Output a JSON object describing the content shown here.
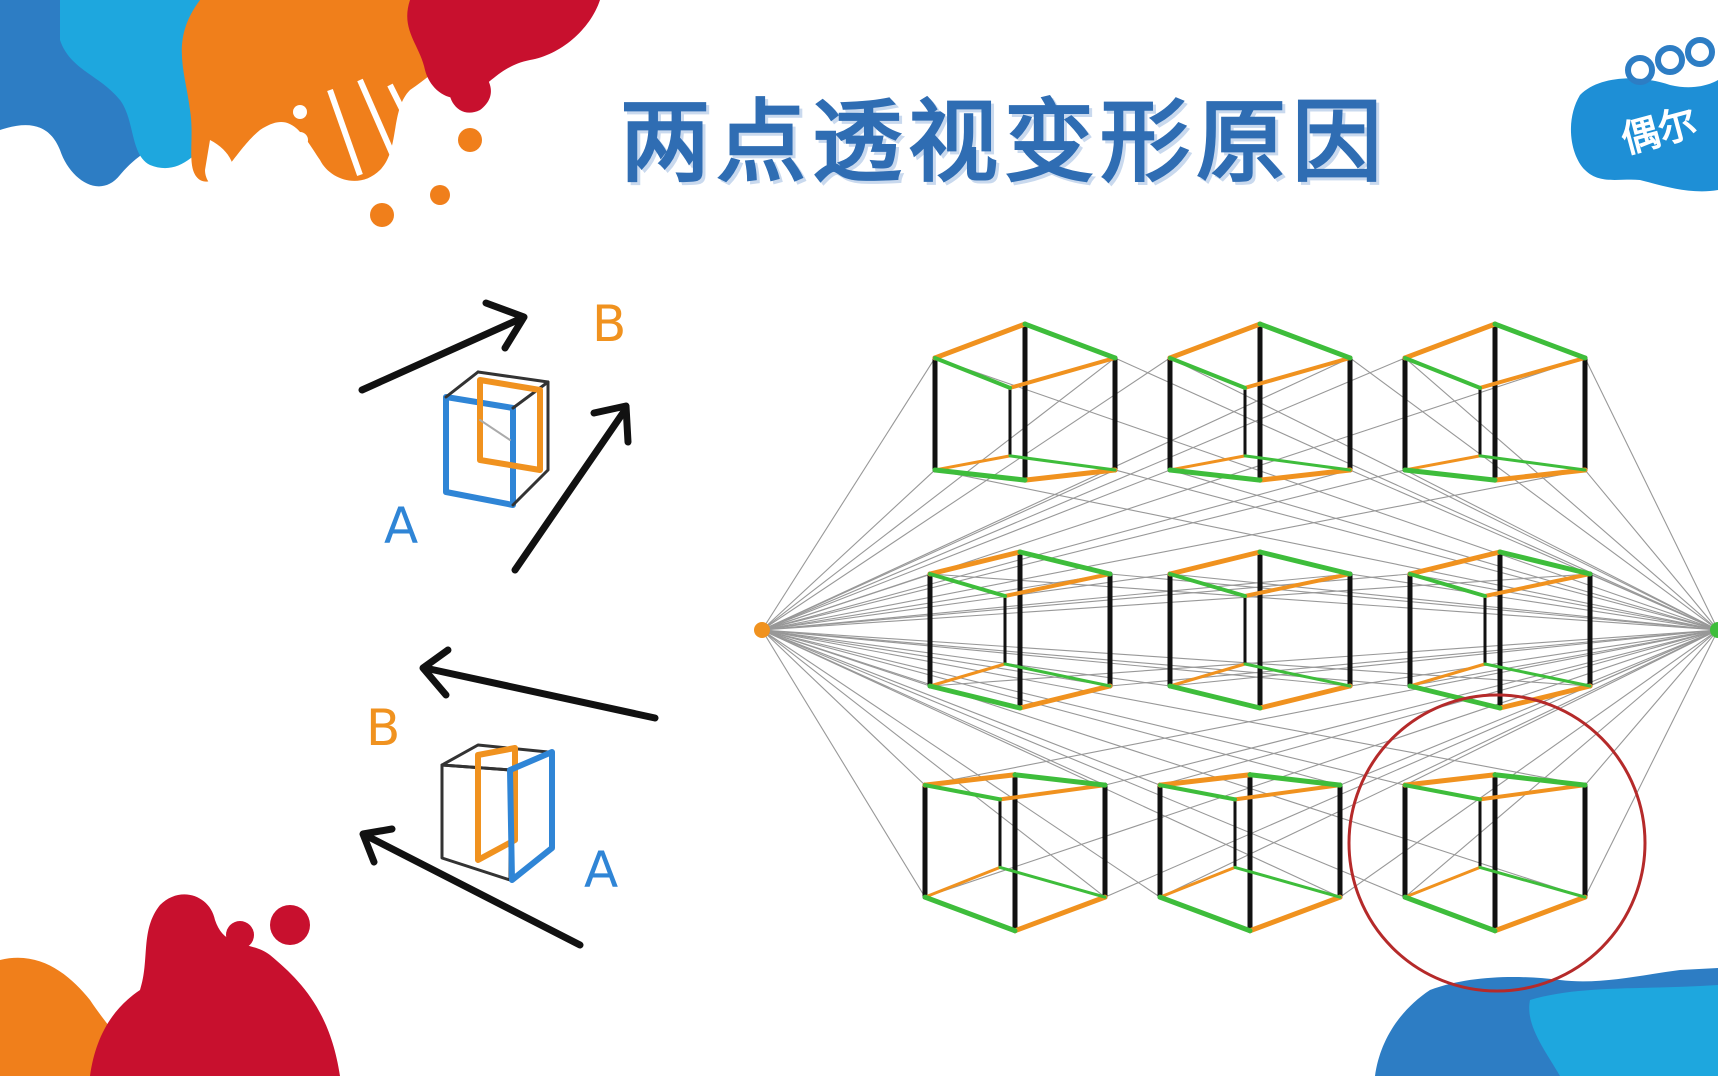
{
  "slide": {
    "title": "两点透视变形原因",
    "logo_text": "偶尔"
  },
  "top_example": {
    "label_b": "B",
    "label_a": "A"
  },
  "bottom_example": {
    "label_b": "B",
    "label_a": "A"
  },
  "colors": {
    "title": "#2f6db3",
    "blue": "#2f85d6",
    "orange": "#f0921f",
    "green": "#3ebd3b",
    "red": "#c8102e",
    "splash_blue": "#2d7dc4",
    "splash_orange": "#f07f1b",
    "highlight_circle": "#b52a2a"
  },
  "icons": [
    "arrow-icon",
    "cube-icon",
    "paint-splash-decoration",
    "logo-icon",
    "highlight-circle"
  ]
}
